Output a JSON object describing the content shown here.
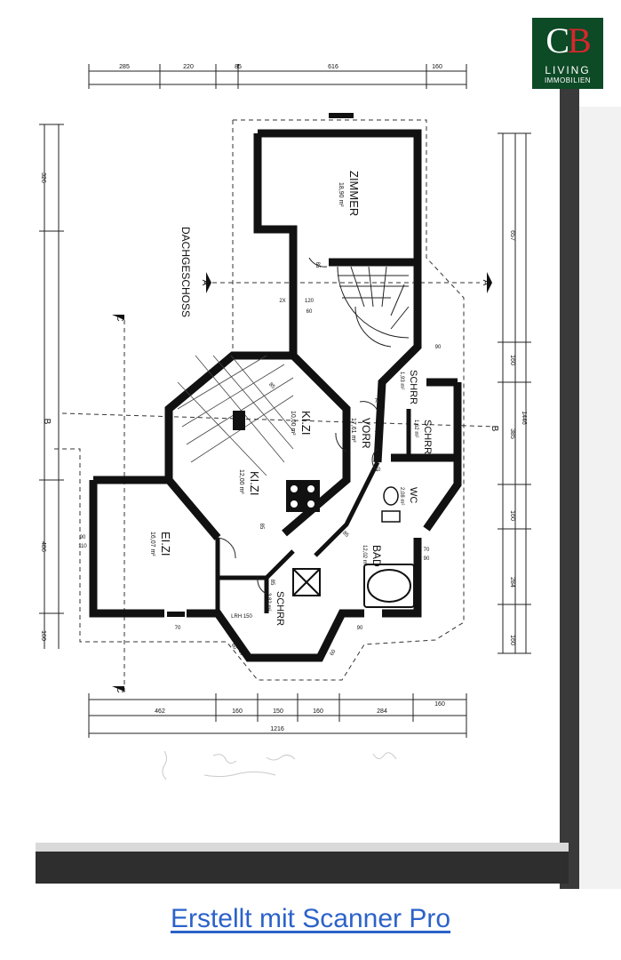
{
  "logo": {
    "monogram_left": "C",
    "monogram_right": "B",
    "line1": "LIVING",
    "line2": "IMMOBILIEN",
    "bg_color": "#0d4a26",
    "accent_color": "#d8262d"
  },
  "plan": {
    "title": "DACHGESCHOSS",
    "top_dimensions": [
      "285",
      "220",
      "85",
      "616",
      "160"
    ],
    "bottom_dimensions": [
      "462",
      "160",
      "150",
      "160",
      "284",
      "160"
    ],
    "bottom_total": "1216",
    "left_dimensions": [
      "326",
      "486",
      "160"
    ],
    "right_dimensions": [
      "657",
      "160",
      "385",
      "1446",
      "160",
      "284",
      "160"
    ],
    "rooms": [
      {
        "name": "ZIMMER",
        "area": "18,90 m²"
      },
      {
        "name": "KI.ZI",
        "area": "10,00 m²"
      },
      {
        "name": "KI.ZI",
        "area": "12,00 m²"
      },
      {
        "name": "EI.ZI",
        "area": "16,07 m²"
      },
      {
        "name": "VORR",
        "area": "17,61 m²"
      },
      {
        "name": "SCHRR",
        "area": "1,93 m²"
      },
      {
        "name": "SCHRR",
        "area": "1,62 m²"
      },
      {
        "name": "WC",
        "area": "2,08 m²"
      },
      {
        "name": "BAD",
        "area": "12,02 m²"
      },
      {
        "name": "SCHRR",
        "area": "3,82 m²"
      }
    ],
    "door_labels": [
      "85",
      "2X",
      "120",
      "60",
      "70",
      "70",
      "70",
      "70",
      "85",
      "85",
      "85",
      "85",
      "90",
      "110",
      "70",
      "70",
      "90",
      "60",
      "60",
      "60",
      "60",
      "90",
      "90",
      "85"
    ],
    "note": "LRH 150",
    "section_markers": [
      "A",
      "A",
      "C",
      "C",
      "B",
      "B"
    ]
  },
  "footer": {
    "link_text": "Erstellt mit Scanner Pro",
    "link_color": "#2c62c9"
  }
}
